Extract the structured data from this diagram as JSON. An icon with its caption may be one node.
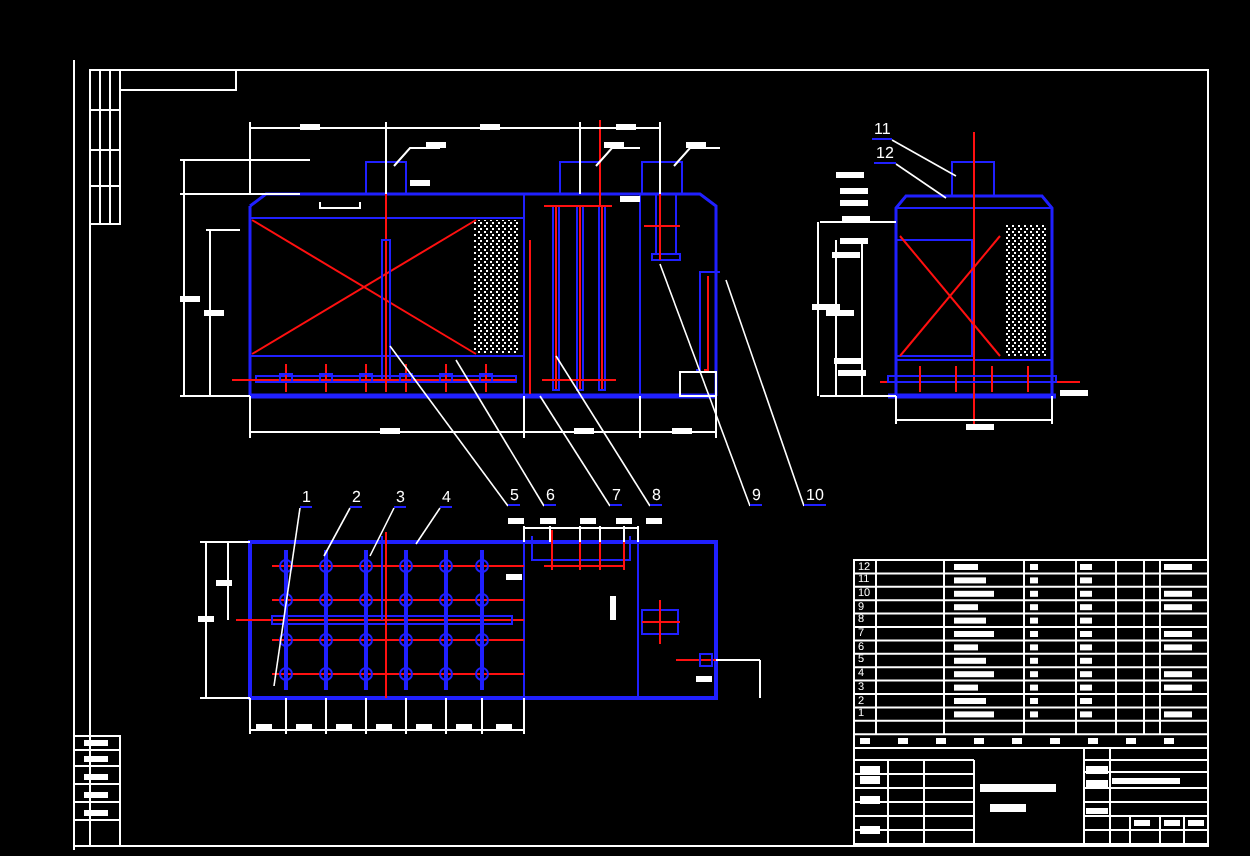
{
  "diagram": {
    "nodes": [
      {
        "text": [
          "11"
        ]
      },
      {
        "text": [
          "12"
        ]
      },
      {
        "text": [
          "1"
        ]
      },
      {
        "text": [
          "2"
        ]
      },
      {
        "text": [
          "3"
        ]
      },
      {
        "text": [
          "4"
        ]
      },
      {
        "text": [
          "5"
        ]
      },
      {
        "text": [
          "6"
        ]
      },
      {
        "text": [
          "7"
        ]
      },
      {
        "text": [
          "8"
        ]
      },
      {
        "text": [
          "9"
        ]
      },
      {
        "text": [
          "10"
        ]
      }
    ],
    "edges": [
      {
        "from": 0,
        "to": null,
        "arrow": "none"
      },
      {
        "from": 1,
        "to": null,
        "arrow": "none"
      },
      {
        "from": 2,
        "to": null,
        "arrow": "none"
      },
      {
        "from": 3,
        "to": null,
        "arrow": "none"
      },
      {
        "from": 4,
        "to": null,
        "arrow": "none"
      },
      {
        "from": 5,
        "to": null,
        "arrow": "none"
      },
      {
        "from": 6,
        "to": null,
        "arrow": "none"
      },
      {
        "from": 7,
        "to": null,
        "arrow": "none"
      },
      {
        "from": 8,
        "to": null,
        "arrow": "none"
      },
      {
        "from": 9,
        "to": null,
        "arrow": "none"
      },
      {
        "from": 10,
        "to": null,
        "arrow": "none"
      },
      {
        "from": 11,
        "to": null,
        "arrow": "none"
      }
    ],
    "labels": [
      "12",
      "11",
      "10",
      "9",
      "8",
      "7",
      "6",
      "5",
      "4",
      "3",
      "2",
      "1"
    ]
  }
}
